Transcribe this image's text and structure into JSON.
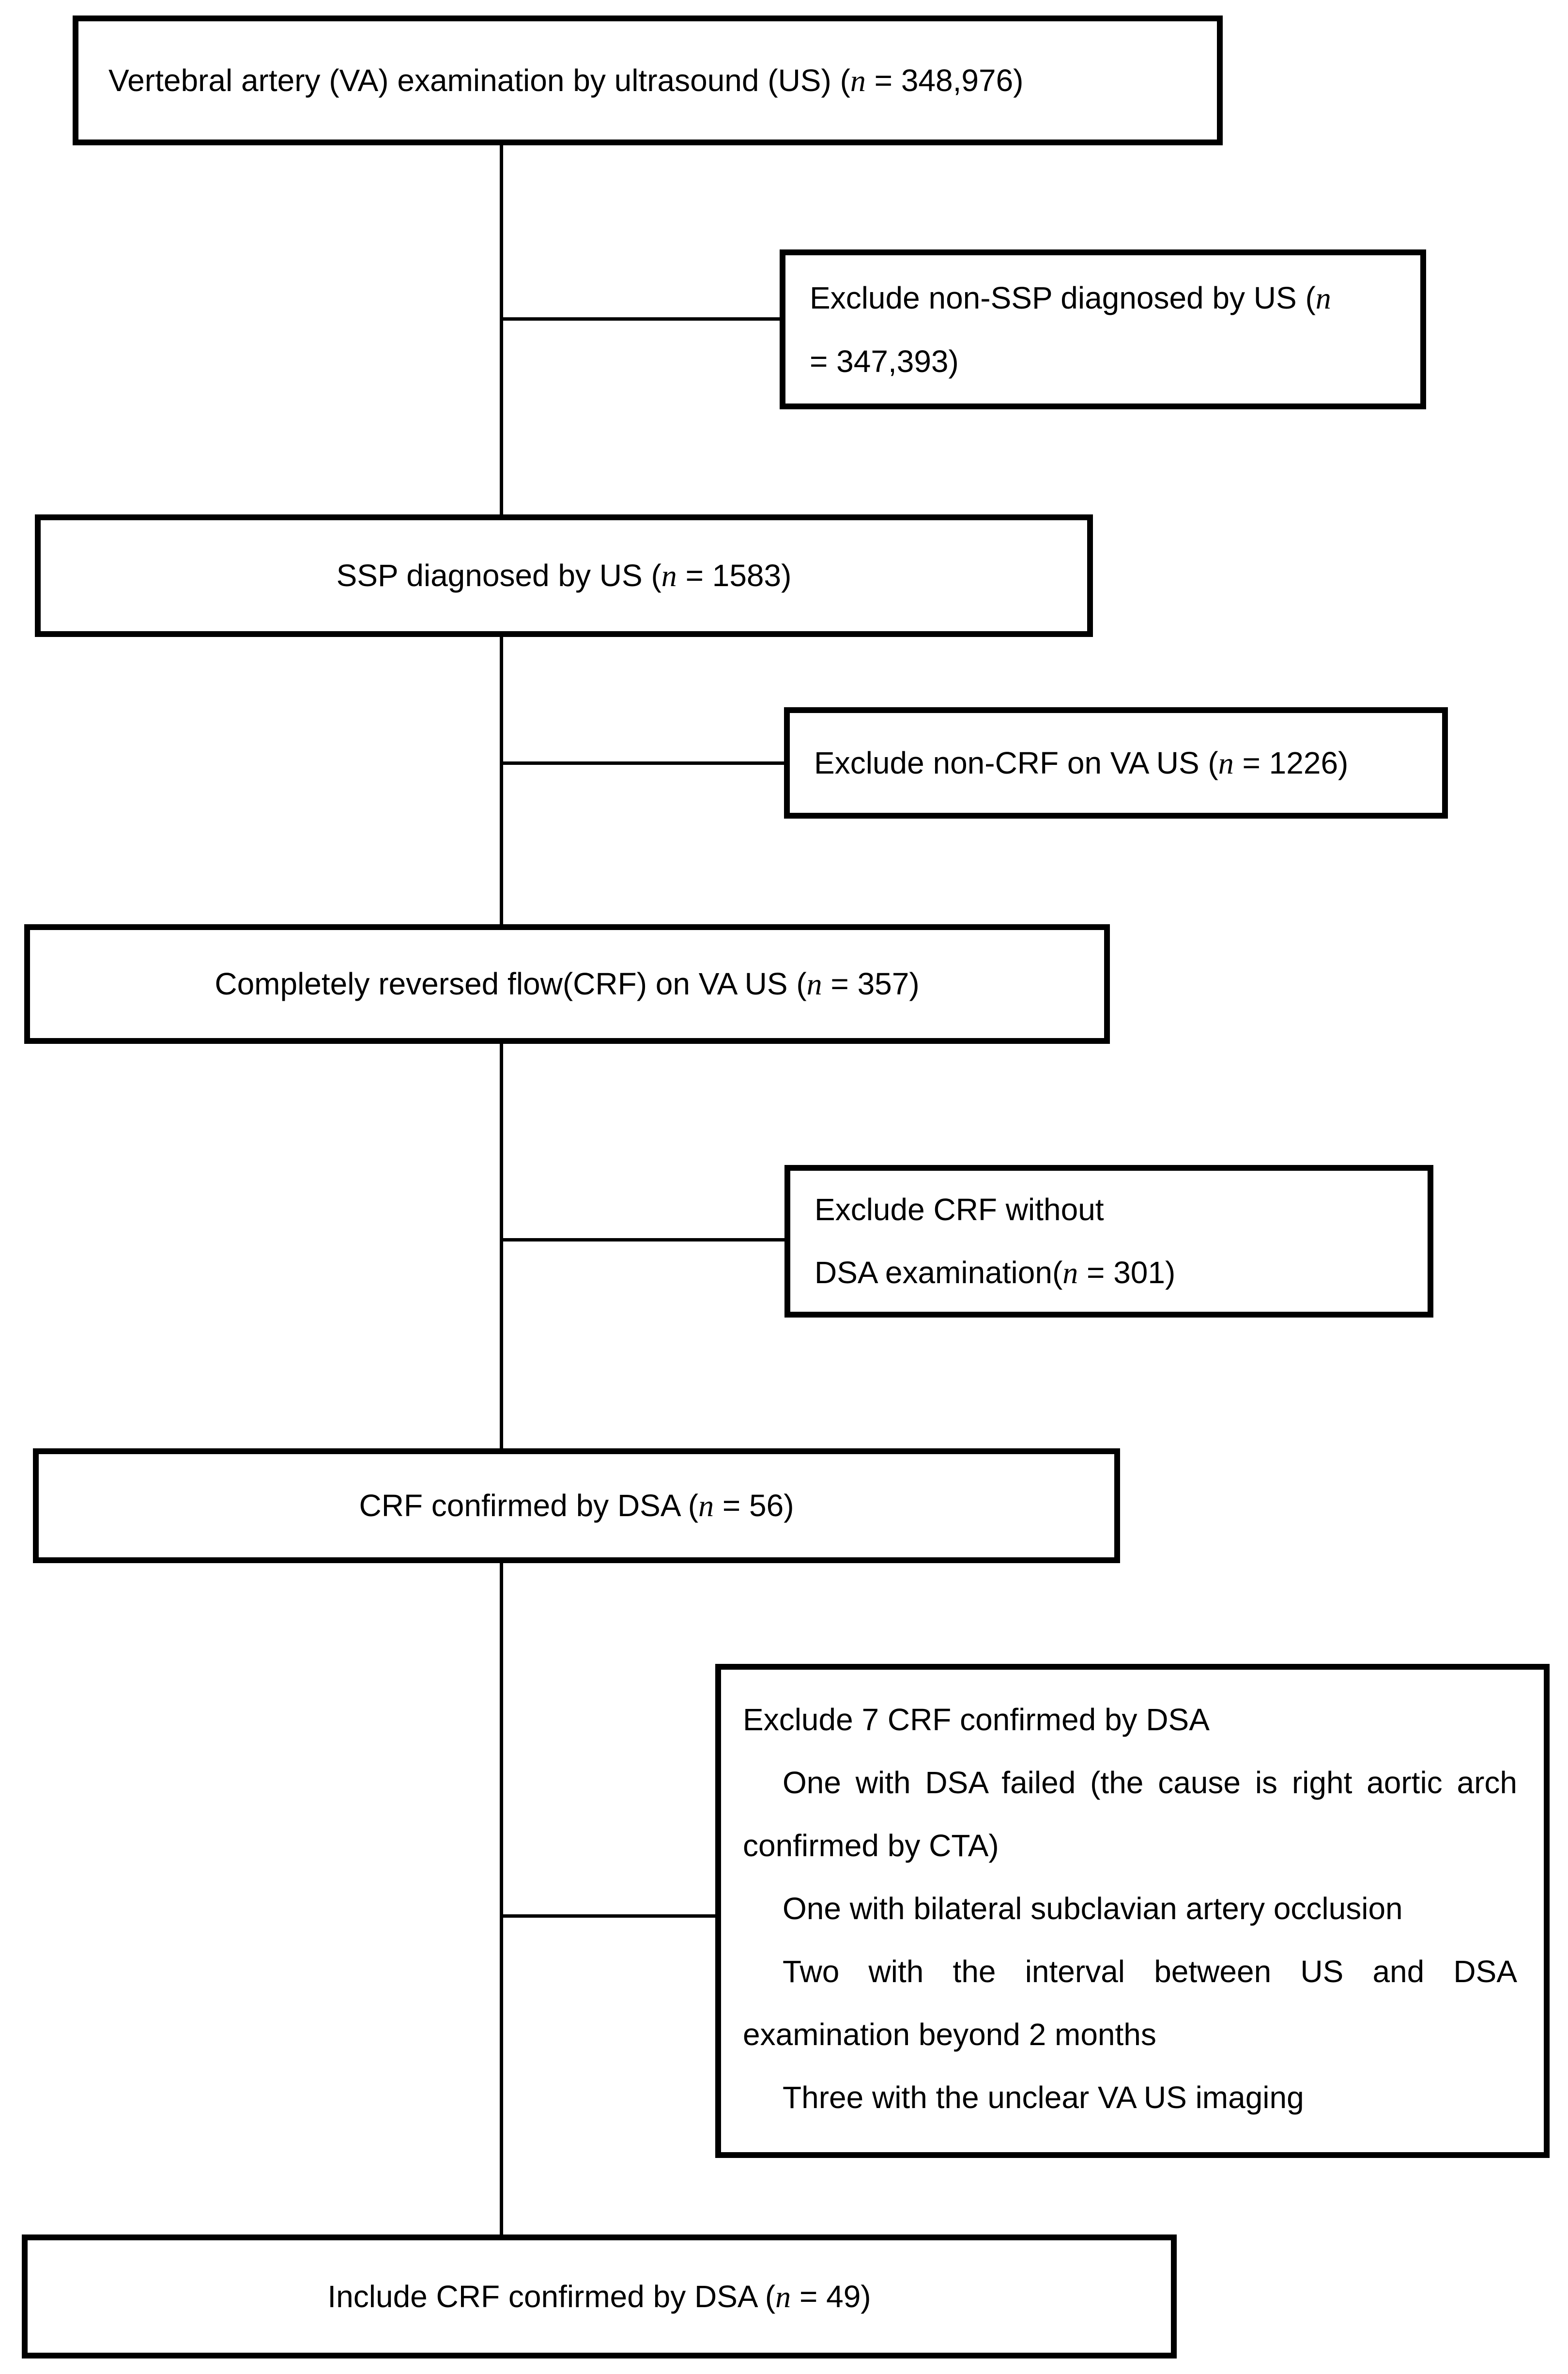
{
  "figure": {
    "background_color": "#ffffff",
    "line_color": "#000000",
    "type": "patient-selection-flowchart"
  },
  "boxes": {
    "va_exam": {
      "label": "Vertebral artery (VA) examination by ultrasound (US) (*n* = 348,976)"
    },
    "exclude_non_ssp": {
      "label": "Exclude non-SSP diagnosed by US (*n*\n= 347,393)"
    },
    "ssp": {
      "label": "SSP diagnosed by US (*n* = 1583)"
    },
    "exclude_non_crf": {
      "label": "Exclude non-CRF on VA US (*n* = 1226)"
    },
    "crf_va_us": {
      "label": "Completely reversed flow(CRF) on VA US (*n* = 357)"
    },
    "exclude_no_dsa": {
      "label": "Exclude CRF without\nDSA examination(*n* = 301)"
    },
    "crf_dsa": {
      "label": "CRF confirmed by DSA (*n* = 56)"
    },
    "exclude_seven": {
      "lines": [
        "Exclude 7 CRF confirmed by DSA",
        "One with DSA failed (the cause is right aortic arch confirmed by CTA)",
        "One with bilateral subclavian artery occlusion",
        "Two with the interval between US and DSA examination beyond 2 months",
        "Three with the unclear VA US imaging"
      ]
    },
    "include_final": {
      "label": "Include CRF confirmed by DSA (*n* = 49)"
    }
  },
  "counts": {
    "va_exam": "348,976",
    "excluded_non_ssp": "347,393",
    "ssp": "1583",
    "excluded_non_crf": "1226",
    "crf_va_us": "357",
    "excluded_no_dsa": "301",
    "crf_dsa": "56",
    "excluded_after_dsa": "7",
    "included": "49"
  }
}
